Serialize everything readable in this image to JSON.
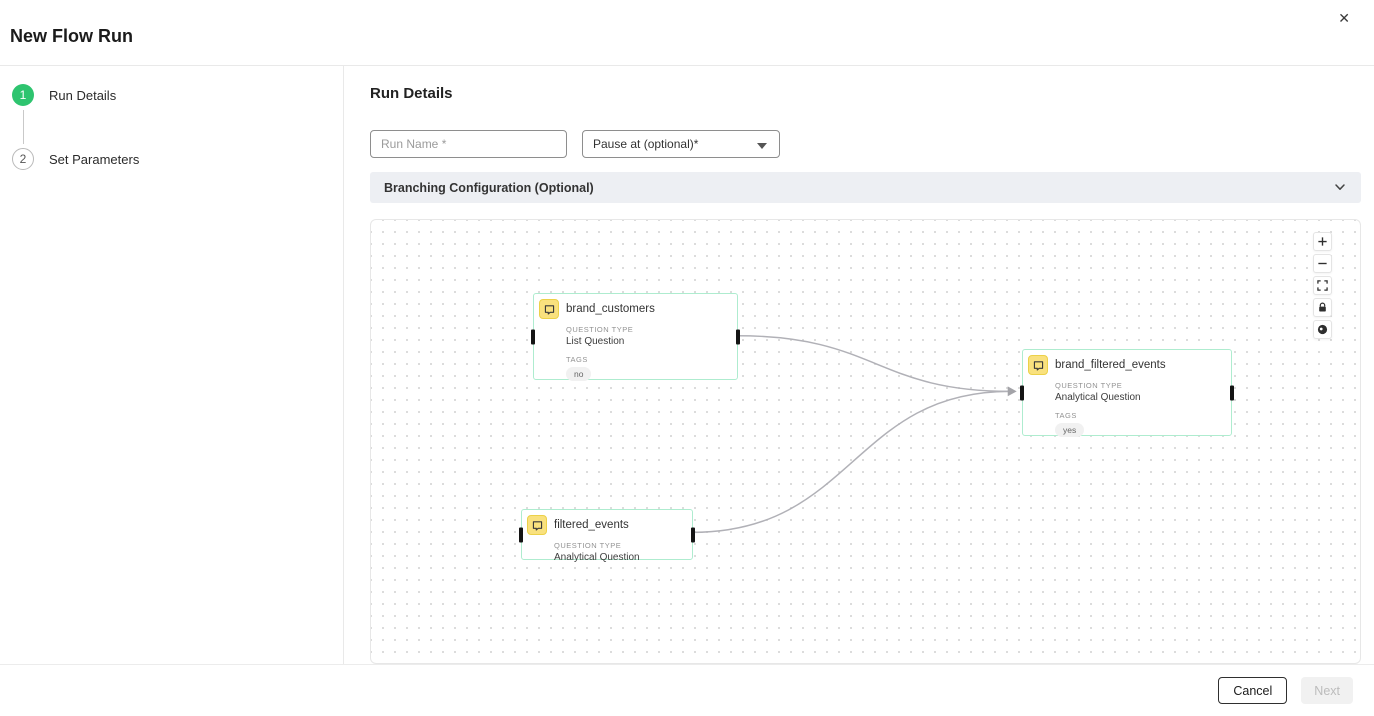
{
  "header": {
    "title": "New Flow Run",
    "close_icon": "✕"
  },
  "stepper": {
    "steps": [
      {
        "number": "1",
        "label": "Run Details",
        "state": "active"
      },
      {
        "number": "2",
        "label": "Set Parameters",
        "state": "inactive"
      }
    ]
  },
  "main": {
    "heading": "Run Details",
    "form": {
      "run_name": {
        "placeholder": "Run Name *",
        "value": ""
      },
      "pause_at": {
        "label": "Pause at (optional)*"
      }
    },
    "accordion": {
      "label": "Branching Configuration (Optional)"
    }
  },
  "canvas": {
    "nodes": [
      {
        "title": "brand_customers",
        "question_type_label": "QUESTION TYPE",
        "question_type": "List Question",
        "tags_label": "TAGS",
        "tags": [
          "no"
        ]
      },
      {
        "title": "brand_filtered_events",
        "question_type_label": "QUESTION TYPE",
        "question_type": "Analytical Question",
        "tags_label": "TAGS",
        "tags": [
          "yes"
        ]
      },
      {
        "title": "filtered_events",
        "question_type_label": "QUESTION TYPE",
        "question_type": "Analytical Question"
      }
    ],
    "edges": [
      {
        "from": "brand_customers",
        "to": "brand_filtered_events"
      },
      {
        "from": "filtered_events",
        "to": "brand_filtered_events"
      }
    ],
    "controls": [
      "zoom-in",
      "zoom-out",
      "fit-view",
      "lock",
      "focus"
    ]
  },
  "footer": {
    "cancel_label": "Cancel",
    "next_label": "Next",
    "next_disabled": true
  },
  "colors": {
    "step_active": "#2ec46f",
    "node_border": "#aeeccf",
    "node_icon_bg": "#f9e17e",
    "edge": "#b1b1b7",
    "accordion_bg": "#edeff3"
  }
}
